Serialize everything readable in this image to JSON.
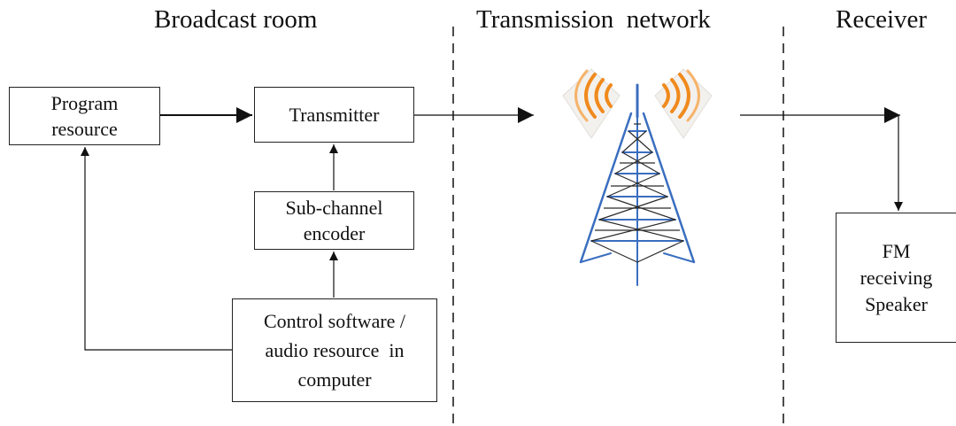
{
  "sections": {
    "broadcast_room": "Broadcast room",
    "transmission_network": "Transmission  network",
    "receiver": "Receiver"
  },
  "boxes": {
    "program_resource": [
      "Program",
      "resource"
    ],
    "transmitter": [
      "Transmitter"
    ],
    "subchannel_encoder": [
      "Sub-channel",
      "encoder"
    ],
    "control_software": [
      "Control software /",
      "audio resource  in",
      "computer"
    ],
    "fm_receiving_speaker": [
      "FM",
      "receiving",
      "Speaker"
    ]
  },
  "icons": {
    "tower": "radio-tower-icon",
    "signal_left": "signal-waves-icon",
    "signal_right": "signal-waves-icon"
  },
  "colors": {
    "tower_blue": "#3a6ebf",
    "signal_orange": "#f08a1e",
    "line": "#111111"
  }
}
